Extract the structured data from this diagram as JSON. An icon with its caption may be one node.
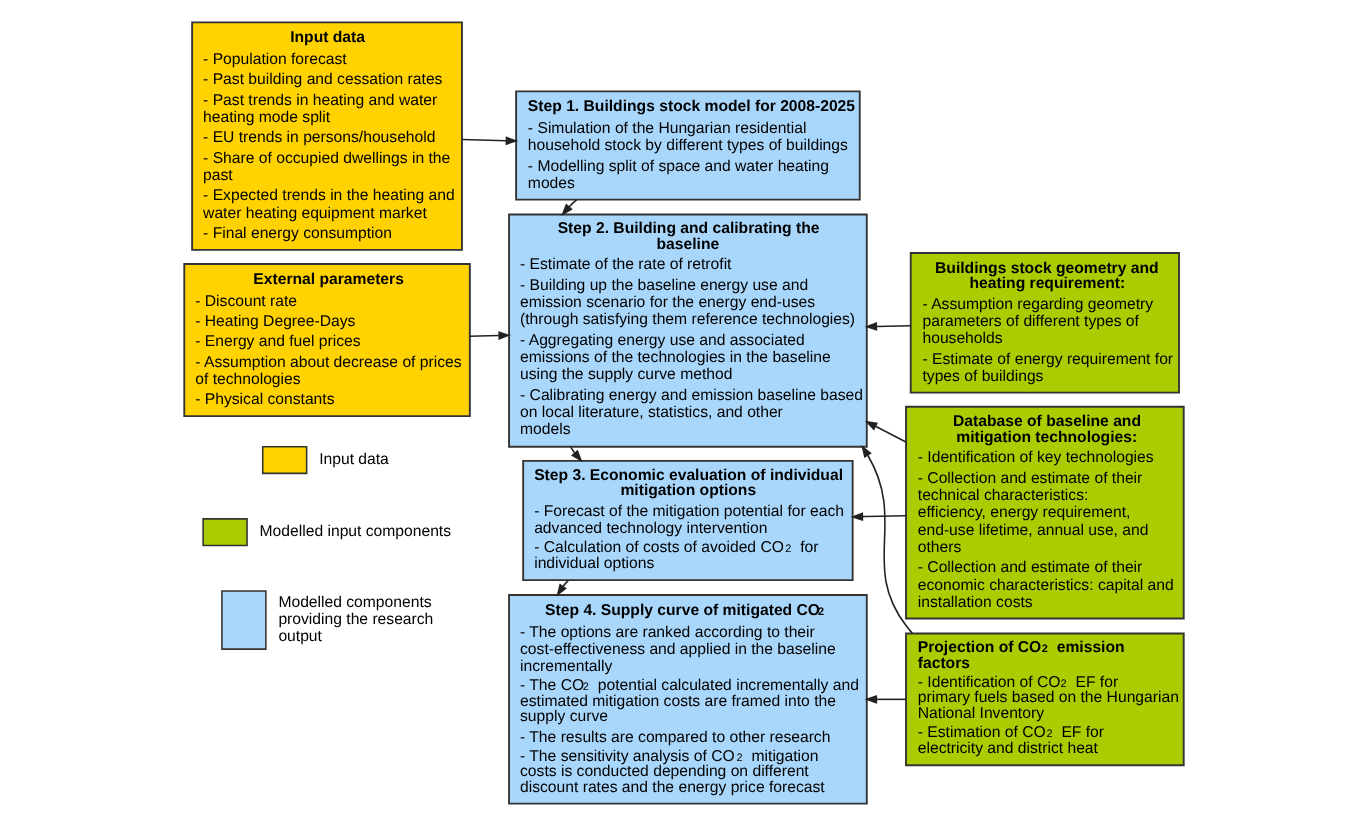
{
  "diagram": {
    "nodes": [
      {
        "text": [
          "Input data",
          "- Population forecast",
          "- Past building and cessation rates",
          "- Past trends in heating and water heating mode split",
          "- EU trends in persons/household",
          "- Share of occupied dwellings in the past",
          "- Expected trends in the heating and water heating equipment market",
          "- Final energy consumption"
        ]
      },
      {
        "text": [
          "External parameters",
          "- Discount rate",
          "- Heating Degree-Days",
          "- Energy and fuel prices",
          "- Assumption about decrease of prices of technologies",
          "- Physical constants"
        ]
      },
      {
        "text": [
          "Step 1. Buildings stock model for 2008-2025",
          "- Simulation of the Hungarian residential household stock by different types of buildings",
          "- Modelling split of space and water heating modes"
        ]
      },
      {
        "text": [
          "Step 2. Building and calibrating the baseline",
          "- Estimate of the rate of retrofit",
          "- Building up the baseline energy use and emission scenario for the energy end-uses (through satisfying them reference technologies)",
          "- Aggregating energy use and associated emissions of the technologies in the baseline using the supply curve method",
          "- Calibrating energy and emission baseline based on local literature, statistics, and other models"
        ]
      },
      {
        "text": [
          "Step 3. Economic evaluation of individual mitigation options",
          "- Forecast of the mitigation potential for each advanced technology intervention",
          "- Calculation of costs of avoided CO$_{2}$ for individual options"
        ]
      },
      {
        "text": [
          "Step 4. Supply curve of mitigated CO$_{2}$",
          "- The options are ranked according to their cost-effectiveness and applied in the baseline incrementally",
          "- The CO$_{2}$ potential calculated incrementally and estimated mitigation costs are framed into the supply curve",
          "- The results are compared to other research",
          "- The sensitivity analysis of CO$_{2}$ mitigation costs is conducted depending on different discount rates and the energy price forecast"
        ]
      },
      {
        "text": [
          "Buildings stock geometry and heating requirement:",
          "- Assumption regarding geometry parameters of different types of households",
          "- Estimate of energy requirement for types of buildings"
        ]
      },
      {
        "text": [
          "Database of baseline and mitigation technologies:",
          "- Identification of key technologies",
          "- Collection and estimate of their technical characteristics: efficiency, energy requirement, end-use lifetime, annual use, and others",
          "- Collection and estimate of their economic characteristics: capital and installation costs"
        ]
      },
      {
        "text": [
          "Projection of CO$_{2}$ emission factors",
          "- Identification of CO$_{2}$ EF for primary fuels based on the Hungarian National Inventory",
          "- Estimation of CO$_{2}$ EF for electricity and district heat"
        ]
      }
    ],
    "edges": [
      {
        "from": 0,
        "to": 2,
        "arrow": "to"
      },
      {
        "from": 1,
        "to": 3,
        "arrow": "to"
      },
      {
        "from": 2,
        "to": 3,
        "arrow": "to"
      },
      {
        "from": 3,
        "to": 4,
        "arrow": "to"
      },
      {
        "from": 4,
        "to": 5,
        "arrow": "to"
      },
      {
        "from": 6,
        "to": 3,
        "arrow": "to"
      },
      {
        "from": 7,
        "to": 3,
        "arrow": "to"
      },
      {
        "from": 8,
        "to": 3,
        "arrow": "to"
      },
      {
        "from": 7,
        "to": 4,
        "arrow": "to"
      },
      {
        "from": 8,
        "to": 5,
        "arrow": "to"
      }
    ],
    "legend": [
      {
        "text": "Input data",
        "color": "#ffd200"
      },
      {
        "text": "Modelled input components",
        "color": "#aacc00"
      },
      {
        "text": "Modelled components providing the research output",
        "color": "#a9d6fb"
      }
    ]
  }
}
